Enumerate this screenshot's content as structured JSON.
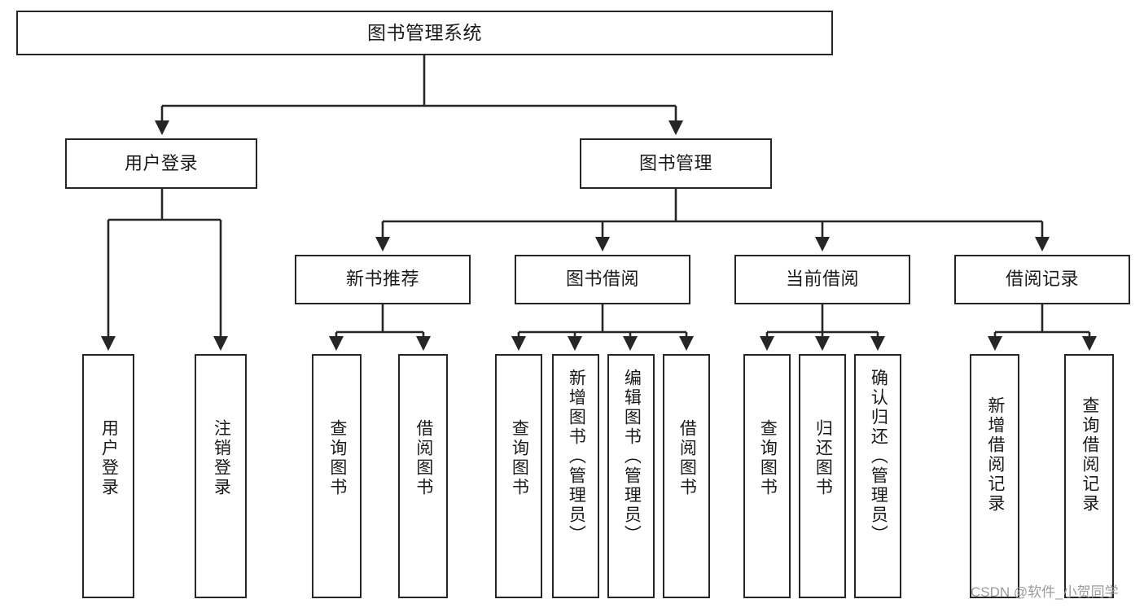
{
  "diagram": {
    "title": "图书管理系统",
    "type": "hierarchy-tree",
    "watermark": "CSDN @软件_小贺同学",
    "colors": {
      "background": "#ffffff",
      "box_border": "#262626",
      "box_fill": "#ffffff",
      "text": "#1a1a1a",
      "connector": "#262626",
      "watermark": "#9a9a9a"
    },
    "levels": {
      "level1": "root",
      "level2": "modules",
      "level3": "sub-modules",
      "level4": "functions"
    },
    "nodes": {
      "root": {
        "label": "图书管理系统"
      },
      "user_login": {
        "label": "用户登录"
      },
      "book_manage": {
        "label": "图书管理"
      },
      "new_book_rec": {
        "label": "新书推荐"
      },
      "book_borrow": {
        "label": "图书借阅"
      },
      "current_borrow": {
        "label": "当前借阅"
      },
      "borrow_record": {
        "label": "借阅记录"
      },
      "leaf_user_login": {
        "label": "用户登录"
      },
      "leaf_logout": {
        "label": "注销登录"
      },
      "leaf_query_book_1": {
        "label": "查询图书"
      },
      "leaf_borrow_book_1": {
        "label": "借阅图书"
      },
      "leaf_query_book_2": {
        "label": "查询图书"
      },
      "leaf_add_book": {
        "label": "新增图书（管理员）"
      },
      "leaf_edit_book": {
        "label": "编辑图书（管理员）"
      },
      "leaf_borrow_book_2": {
        "label": "借阅图书"
      },
      "leaf_query_book_3": {
        "label": "查询图书"
      },
      "leaf_return_book": {
        "label": "归还图书"
      },
      "leaf_confirm_return": {
        "label": "确认归还（管理员）"
      },
      "leaf_add_record": {
        "label": "新增借阅记录"
      },
      "leaf_query_record": {
        "label": "查询借阅记录"
      }
    },
    "edges": [
      {
        "from": "root",
        "to": "user_login"
      },
      {
        "from": "root",
        "to": "book_manage"
      },
      {
        "from": "user_login",
        "to": "leaf_user_login"
      },
      {
        "from": "user_login",
        "to": "leaf_logout"
      },
      {
        "from": "book_manage",
        "to": "new_book_rec"
      },
      {
        "from": "book_manage",
        "to": "book_borrow"
      },
      {
        "from": "book_manage",
        "to": "current_borrow"
      },
      {
        "from": "book_manage",
        "to": "borrow_record"
      },
      {
        "from": "new_book_rec",
        "to": "leaf_query_book_1"
      },
      {
        "from": "new_book_rec",
        "to": "leaf_borrow_book_1"
      },
      {
        "from": "book_borrow",
        "to": "leaf_query_book_2"
      },
      {
        "from": "book_borrow",
        "to": "leaf_add_book"
      },
      {
        "from": "book_borrow",
        "to": "leaf_edit_book"
      },
      {
        "from": "book_borrow",
        "to": "leaf_borrow_book_2"
      },
      {
        "from": "current_borrow",
        "to": "leaf_query_book_3"
      },
      {
        "from": "current_borrow",
        "to": "leaf_return_book"
      },
      {
        "from": "current_borrow",
        "to": "leaf_confirm_return"
      },
      {
        "from": "borrow_record",
        "to": "leaf_add_record"
      },
      {
        "from": "borrow_record",
        "to": "leaf_query_record"
      }
    ]
  }
}
